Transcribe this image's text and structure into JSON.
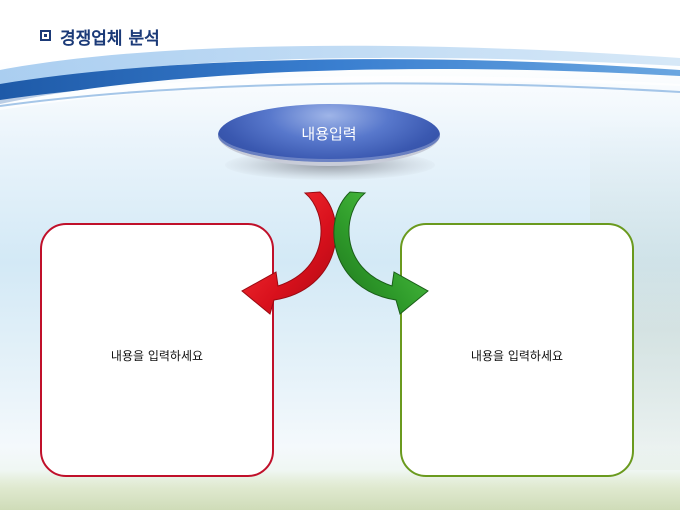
{
  "slide": {
    "title": "경쟁업체 분석",
    "center_label": "내용입력",
    "left_box_text": "내용을 입력하세요",
    "right_box_text": "내용을 입력하세요"
  },
  "colors": {
    "title": "#1b3a78",
    "oval": "#3a58b0",
    "left_border": "#c0102a",
    "right_border": "#6a9a1e",
    "left_arrow": "#d8101c",
    "right_arrow": "#2e9a2a"
  }
}
